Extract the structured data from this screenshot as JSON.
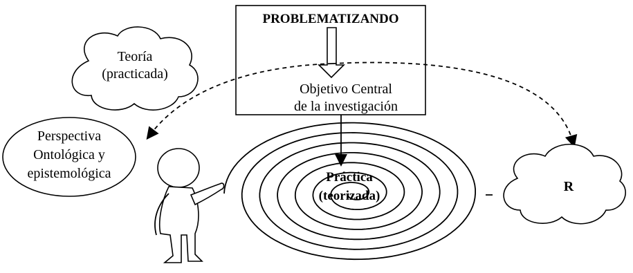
{
  "top_box": {
    "title": "PROBLEMATIZANDO",
    "line1": "Objetivo Central",
    "line2": "de la investigación"
  },
  "cloud_left": {
    "line1": "Teoría",
    "line2": "(practicada)"
  },
  "ellipse_left": {
    "line1": "Perspectiva",
    "line2": "Ontológica y",
    "line3": "epistemológica"
  },
  "spiral_center": {
    "line1": "Práctica",
    "line2": "(teorizada)"
  },
  "cloud_right": {
    "label": "R"
  }
}
